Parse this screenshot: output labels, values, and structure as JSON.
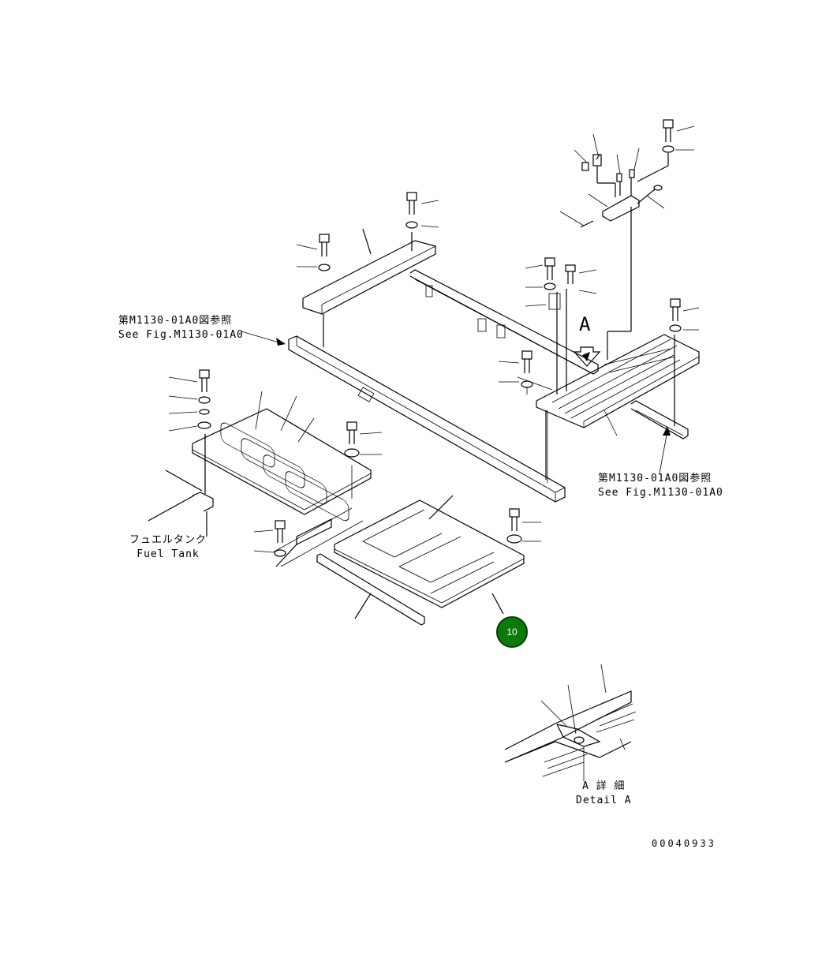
{
  "diagram": {
    "ref_top": {
      "jp": "第M1130-01A0図参照",
      "en": "See Fig.M1130-01A0"
    },
    "ref_right": {
      "jp": "第M1130-01A0図参照",
      "en": "See Fig.M1130-01A0"
    },
    "fuel_tank": {
      "jp": "フュエルタンク",
      "en": "Fuel Tank"
    },
    "view_marker": "A",
    "detail": {
      "jp": "A 詳 細",
      "en": "Detail A"
    },
    "drawing_number": "00040933",
    "callout_number": "10",
    "callout_color": "#0b7a0b"
  }
}
